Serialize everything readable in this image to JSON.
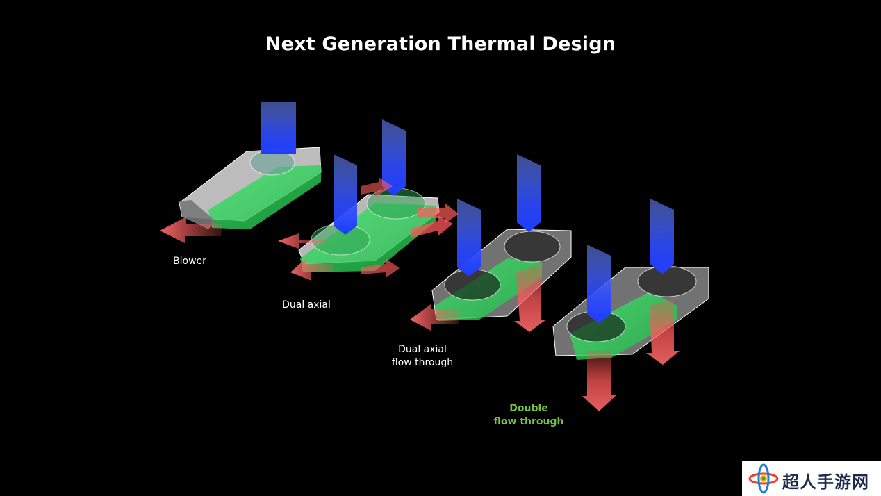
{
  "title": "Next Generation Thermal Design",
  "designs": [
    {
      "label_lines": [
        "Blower"
      ]
    },
    {
      "label_lines": [
        "Dual axial"
      ]
    },
    {
      "label_lines": [
        "Dual axial",
        "flow through"
      ]
    },
    {
      "label_lines": [
        "Double",
        "flow through"
      ],
      "highlight": true
    }
  ],
  "colors": {
    "background": "#000000",
    "intake_arrow": "#3355ff",
    "exhaust_arrow": "#ff5a5a",
    "pcb": "#2ecc5a",
    "shroud": "#e8e8e8",
    "highlight_label": "#76c043"
  },
  "watermark": {
    "text": "超人手游网",
    "icon": "atom-logo-icon"
  }
}
